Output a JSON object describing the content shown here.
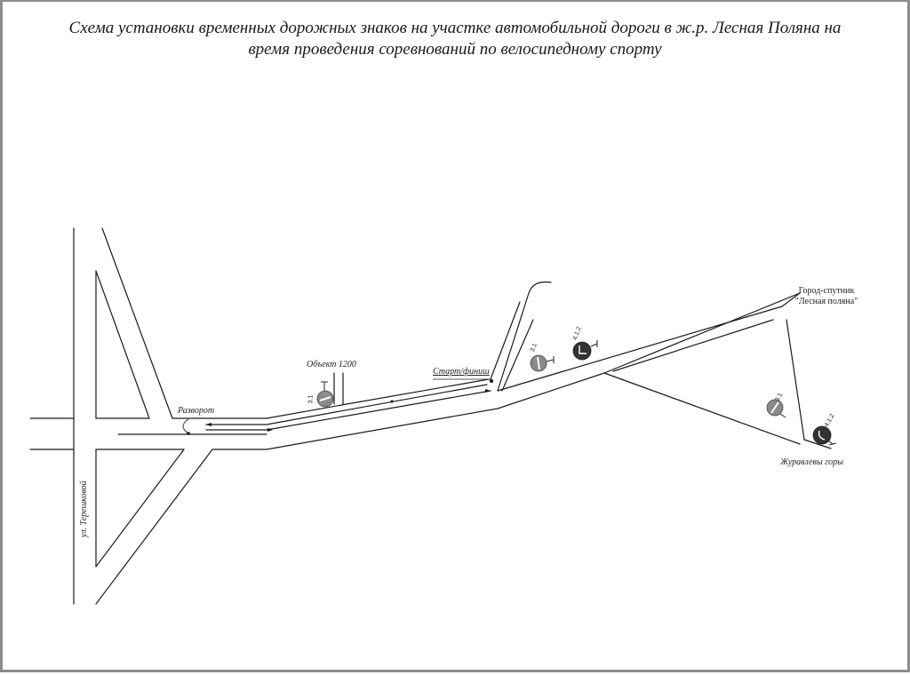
{
  "title": {
    "line1": "Схема установки временных дорожных знаков на участке автомобильной дороги в ж.р. Лесная Поляна на",
    "line2": "время проведения соревнований по велосипедному спорту"
  },
  "labels": {
    "turnaround": "Разворот",
    "object": "Объект 1200",
    "start_finish": "Старт/финиш",
    "satellite_city_line1": "Город-спутник",
    "satellite_city_line2": "\"Лесная поляна\"",
    "zhuravlevy_gory": "Журавлевы горы",
    "street_tereshkovoy": "ул. Терешковой"
  },
  "signs": [
    {
      "id": "sign-1",
      "code": "3.1",
      "type": "no-entry",
      "color": "#8a8a8a"
    },
    {
      "id": "sign-2",
      "code": "3.1",
      "type": "no-entry",
      "color": "#8a8a8a"
    },
    {
      "id": "sign-3",
      "code": "4.1.2",
      "type": "turn-right",
      "color": "#333333"
    },
    {
      "id": "sign-4",
      "code": "3.1",
      "type": "no-entry",
      "color": "#8a8a8a"
    },
    {
      "id": "sign-5",
      "code": "4.1.2",
      "type": "turn-right",
      "color": "#333333"
    }
  ],
  "colors": {
    "road_line": "#1a1a1a",
    "frame": "#8c8c8c",
    "sign_gray": "#8a8a8a",
    "sign_dark": "#333333"
  }
}
